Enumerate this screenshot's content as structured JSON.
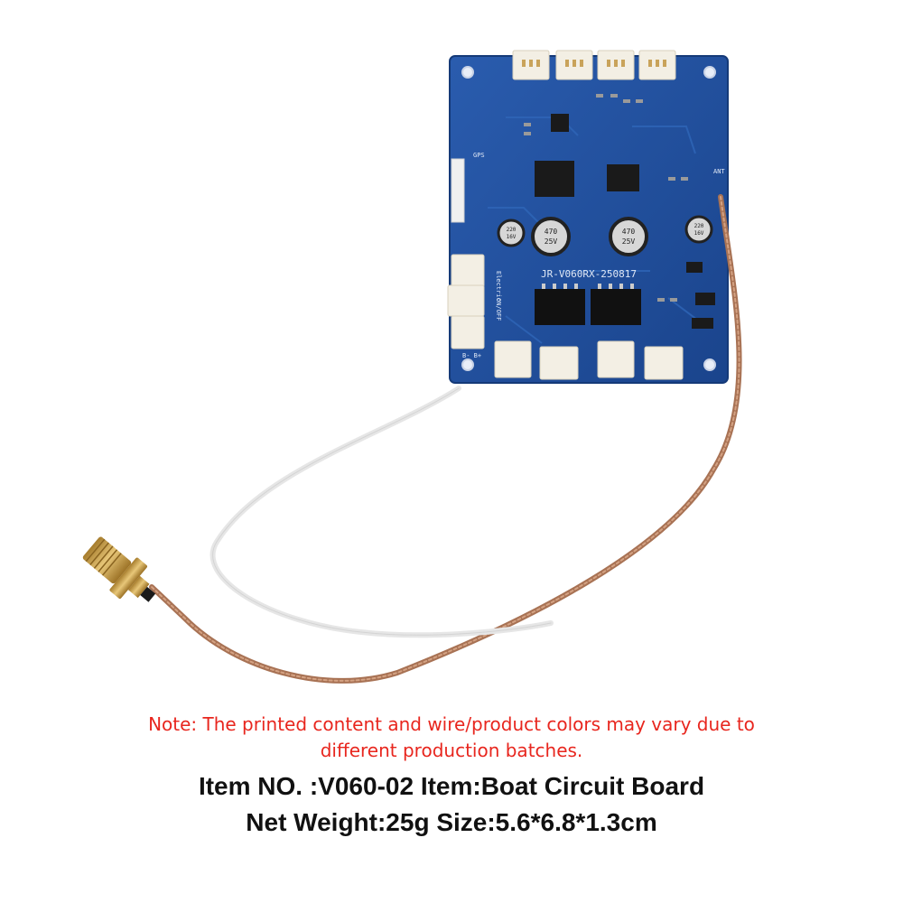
{
  "product": {
    "board_silkscreen": "JR-V060RX-250817",
    "capacitors": [
      {
        "value": "470",
        "voltage": "25V"
      },
      {
        "value": "470",
        "voltage": "25V"
      },
      {
        "value": "220",
        "voltage": "16V"
      },
      {
        "value": "220",
        "voltage": "16V"
      }
    ],
    "labels": {
      "gps": "GPS",
      "ant": "ANT",
      "electric": "Electric",
      "onoff": "ON/OFF",
      "bplus": "B- B+"
    },
    "colors": {
      "pcb": "#1f4e9c",
      "cable": "#b07a5c",
      "connector": "#c9a35a"
    }
  },
  "caption": {
    "note_line1": "Note: The printed content and wire/product colors may vary due to",
    "note_line2": "different production batches.",
    "item_line": "Item NO. :V060-02   Item:Boat Circuit Board",
    "spec_line": "Net Weight:25g  Size:5.6*6.8*1.3cm"
  }
}
